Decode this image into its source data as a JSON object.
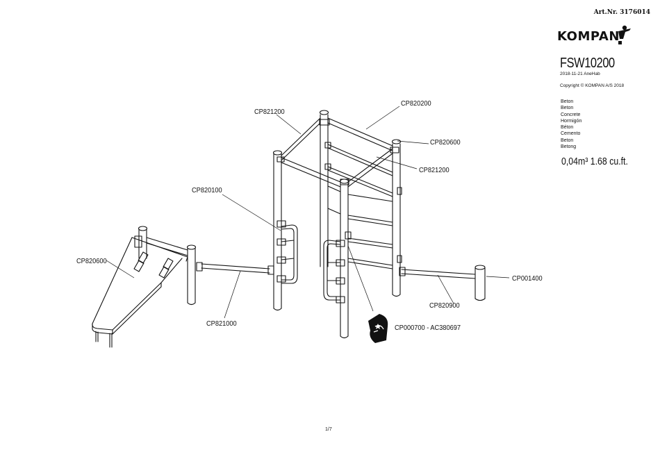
{
  "header": {
    "article_number": "Art.Nr. 3176014",
    "brand": "KOMPAN"
  },
  "product": {
    "model": "FSW10200",
    "date_author": "2018-11-21 AneHab",
    "copyright": "Copyright © KOMPAN A/S 2018"
  },
  "concrete": {
    "translations": [
      "Beton",
      "Beton",
      "Concrete",
      "Hormigón",
      "Béton",
      "Cemento",
      "Beton",
      "Betong"
    ],
    "volume": "0,04m³ 1.68 cu.ft."
  },
  "callouts": {
    "cp821200_top": "CP821200",
    "cp820200": "CP820200",
    "cp820600_right": "CP820600",
    "cp821200_right": "CP821200",
    "cp820100": "CP820100",
    "cp820600_left": "CP820600",
    "cp821000": "CP821000",
    "cp820900": "CP820900",
    "cp001400": "CP001400",
    "cp000700": "CP000700 - AC380697"
  },
  "footer": {
    "page": "1/7"
  },
  "icons": {
    "brand_logo": "kompan-logo-figure-icon",
    "maintenance": "cleaning-cloth-icon"
  }
}
